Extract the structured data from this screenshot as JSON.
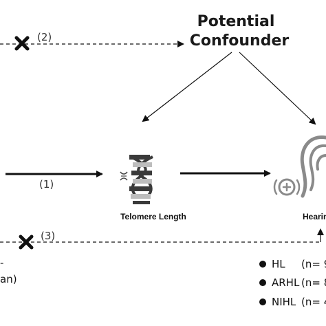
{
  "confounder": {
    "line1": "Potential",
    "line2": "Confounder"
  },
  "paths": {
    "p1": "(1)",
    "p2": "(2)",
    "p3": "(3)"
  },
  "nodes": {
    "telomere": "Telomere Length",
    "hearing": "Hearing"
  },
  "left_partial": {
    "dash": "-",
    "text": "an)"
  },
  "legend": [
    {
      "label": "HL",
      "count": "(n= 9"
    },
    {
      "label": "ARHL",
      "count": "(n= 8"
    },
    {
      "label": "NIHL",
      "count": "(n= 4"
    }
  ],
  "icons": {
    "excluded": "x-mark-icon",
    "dna": "dna-icon",
    "ear": "ear-icon"
  },
  "colors": {
    "line": "#111111",
    "dna_dark": "#3a3a3a",
    "dna_light": "#bdbdbd",
    "ear": "#8a8a8a"
  }
}
